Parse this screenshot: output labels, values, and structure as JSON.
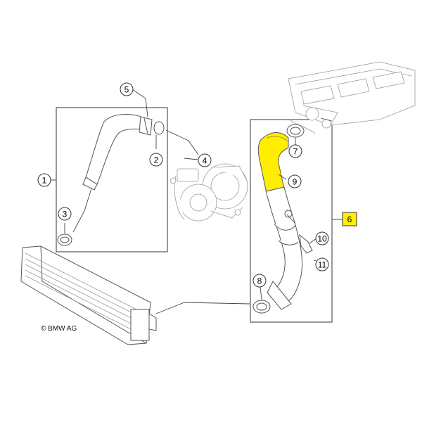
{
  "diagram": {
    "copyright": "© BMW AG",
    "highlight_color": "#ffee00",
    "callouts": [
      {
        "id": "1",
        "label": "1",
        "shape": "circle"
      },
      {
        "id": "2",
        "label": "2",
        "shape": "circle"
      },
      {
        "id": "3",
        "label": "3",
        "shape": "circle"
      },
      {
        "id": "4",
        "label": "4",
        "shape": "circle"
      },
      {
        "id": "5",
        "label": "5",
        "shape": "circle"
      },
      {
        "id": "6",
        "label": "6",
        "shape": "square-highlighted"
      },
      {
        "id": "7",
        "label": "7",
        "shape": "circle"
      },
      {
        "id": "8",
        "label": "8",
        "shape": "circle"
      },
      {
        "id": "9",
        "label": "9",
        "shape": "circle"
      },
      {
        "id": "10",
        "label": "10",
        "shape": "circle"
      },
      {
        "id": "11",
        "label": "11",
        "shape": "circle"
      }
    ]
  }
}
